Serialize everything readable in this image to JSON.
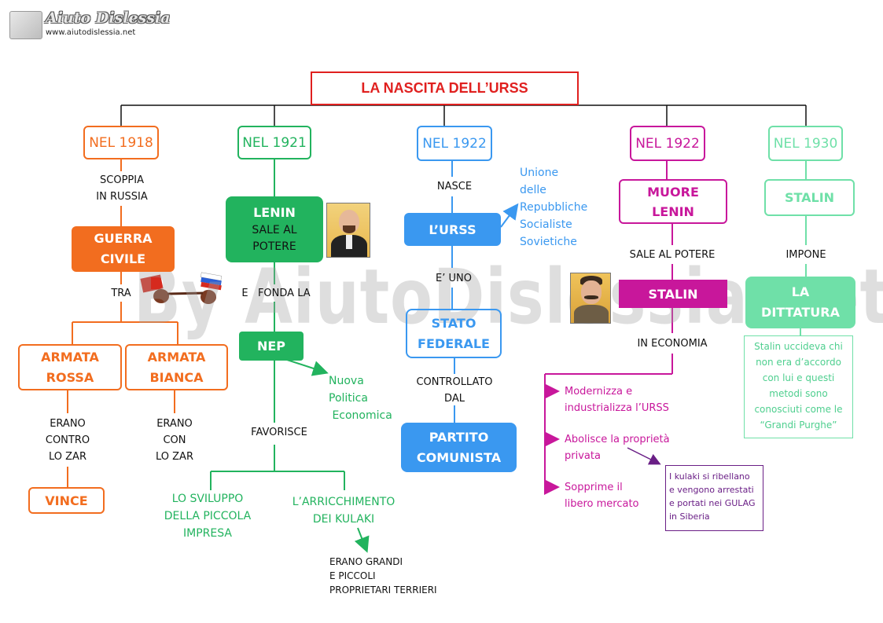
{
  "header": {
    "logo_name": "Aiuto Dislessia",
    "logo_url": "www.aiutodislessia.net"
  },
  "watermark": "By AiutoDislessia.net",
  "title": "LA NASCITA DELL’URSS",
  "col1": {
    "year": "NEL 1918",
    "connector": "SCOPPIA\nIN RUSSIA",
    "event": "GUERRA\nCIVILE",
    "between": "TRA",
    "red": "ARMATA\nROSSA",
    "white": "ARMATA\nBIANCA",
    "red_desc": "ERANO\nCONTRO\nLO ZAR",
    "white_desc": "ERANO\nCON\nLO ZAR",
    "result": "VINCE"
  },
  "col2": {
    "year": "NEL 1921",
    "lenin_name": "LENIN",
    "lenin_action": "SALE AL\nPOTERE",
    "founds": "E   FONDA LA",
    "nep": "NEP",
    "nep_meaning": "Nuova\nPolitica\n Economica",
    "favors": "FAVORISCE",
    "small_business": "LO SVILUPPO\nDELLA PICCOLA\nIMPRESA",
    "kulaks": "L’ARRICCHIMENTO\nDEI KULAKI",
    "kulaks_desc": "ERANO GRANDI\nE PICCOLI\nPROPRIETARI TERRIERI"
  },
  "col3": {
    "year": "NEL 1922",
    "born": "NASCE",
    "urss": "L’URSS",
    "urss_full": "Unione\ndelle\nRepubbliche\nSocialiste\nSovietiche",
    "is_a": "E’ UNO",
    "state": "STATO\nFEDERALE",
    "controlled": "CONTROLLATO\nDAL",
    "party": "PARTITO\nCOMUNISTA"
  },
  "col4": {
    "year": "NEL 1922",
    "death": "MUORE\nLENIN",
    "rises": "SALE AL POTERE",
    "stalin": "STALIN",
    "economy": "IN ECONOMIA",
    "item1": "Modernizza e\nindustrializza l’URSS",
    "item2": "Abolisce la proprietà\nprivata",
    "item3": "Sopprime il\nlibero mercato",
    "kulak_note": "I kulaki si ribellano\ne vengono arrestati\ne portati nei GULAG\nin Siberia"
  },
  "col5": {
    "year": "NEL 1930",
    "stalin": "STALIN",
    "imposes": "IMPONE",
    "dictatorship": "LA\nDITTATURA",
    "purges": "Stalin uccideva chi\nnon era d’accordo\ncon lui e questi\nmetodi sono\nconosciuti come le\n“Grandi Purghe”"
  },
  "colors": {
    "orange": "#f26d1f",
    "green": "#22b35e",
    "blue": "#3a98f0",
    "magenta": "#c8179b",
    "mint": "#6fe0a8",
    "title_border": "#e0201f",
    "purple": "#6a1f86"
  }
}
